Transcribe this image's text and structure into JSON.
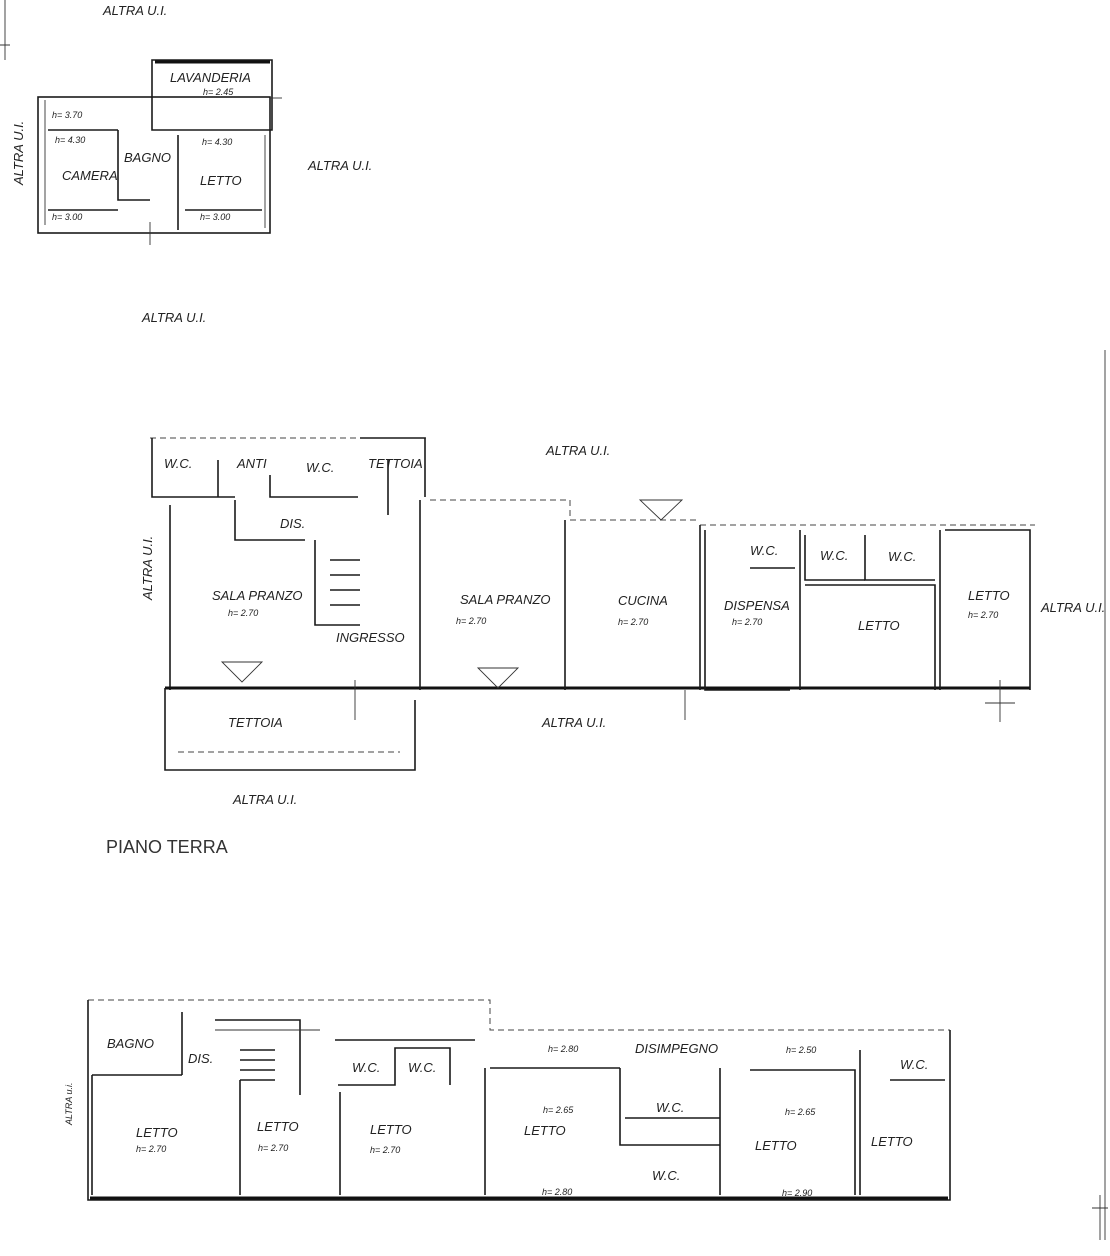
{
  "labels": {
    "other_unit": "ALTRA U.I.",
    "other_unit_alt": "ALTRA u.i.",
    "lavanderia": "LAVANDERIA",
    "camera": "CAMERA",
    "bagno_upper": "BAGNO",
    "bagno_title": "BAGNO",
    "letto": "LETTO",
    "wc": "W.C.",
    "anti": "ANTI",
    "tettoia": "TETTOIA",
    "dis": "DIS.",
    "sala_pranzo": "SALA PRANZO",
    "ingresso": "INGRESSO",
    "cucina": "CUCINA",
    "dispensa": "DISPENSA",
    "disimpegno": "DISIMPEGNO",
    "piano_terra": "PIANO TERRA"
  },
  "heights": {
    "h245": "h= 2.45",
    "h370": "h= 3.70",
    "h430": "h= 4.30",
    "h300": "h= 3.00",
    "h270": "h= 2.70",
    "h280": "h= 2.80",
    "h265": "h= 2.65",
    "h290": "h= 2.90",
    "h250": "h= 2.50"
  }
}
